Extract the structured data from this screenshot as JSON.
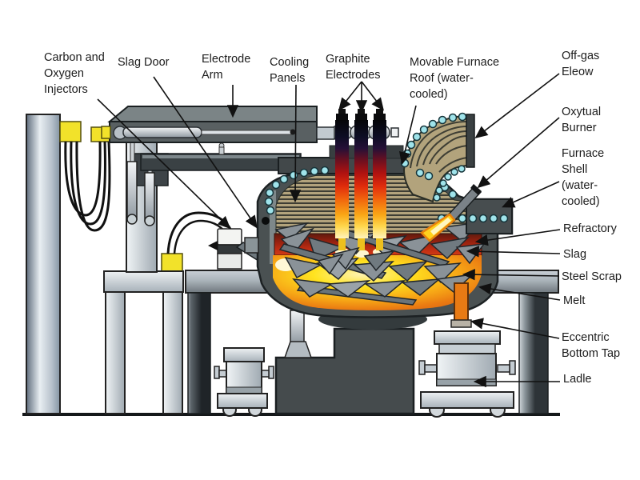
{
  "diagram": {
    "subject": "Electric Arc Furnace cutaway",
    "labels": {
      "carbon_injectors": {
        "text": "Carbon and\nOxygen\nInjectors"
      },
      "slag_door": {
        "text": "Slag Door"
      },
      "electrode_arm": {
        "text": "Electrode\nArm"
      },
      "cooling_panels": {
        "text": "Cooling\nPanels"
      },
      "graphite_electrodes": {
        "text": "Graphite\nElectrodes"
      },
      "movable_roof": {
        "text": "Movable Furnace\nRoof (water-\ncooled)"
      },
      "off_gas_elbow": {
        "text": "Off-gas\nEleow"
      },
      "oxyfuel_burner": {
        "text": "Oxytual\nBurner"
      },
      "furnace_shell": {
        "text": "Furnace\nShell\n(water-\ncooled)"
      },
      "refractory": {
        "text": "Refractory"
      },
      "slag": {
        "text": "Slag"
      },
      "steel_scrap": {
        "text": "Steel Scrap"
      },
      "melt": {
        "text": "Melt"
      },
      "eccentric_bottom_tap": {
        "text": "Eccentric\nBottom Tap"
      },
      "ladle": {
        "text": "Ladle"
      }
    },
    "palette": {
      "shell_gray": "#4a5152",
      "cooling_panel_tan": "#b2a37c",
      "panel_stripe_dark": "#3e3e34",
      "water_dot_cyan": "#9fe3ea",
      "slag_red": "#b82814",
      "melt_yellow": "#ffe11c",
      "melt_orange": "#e87816",
      "scrap_gray": "#8a9298",
      "electrode_hot_red": "#c41410",
      "tap_orange": "#e87a14",
      "accent_yellow": "#f2e22a",
      "steel_light": "#ccd4d8",
      "ink": "#1a1a1a"
    }
  }
}
